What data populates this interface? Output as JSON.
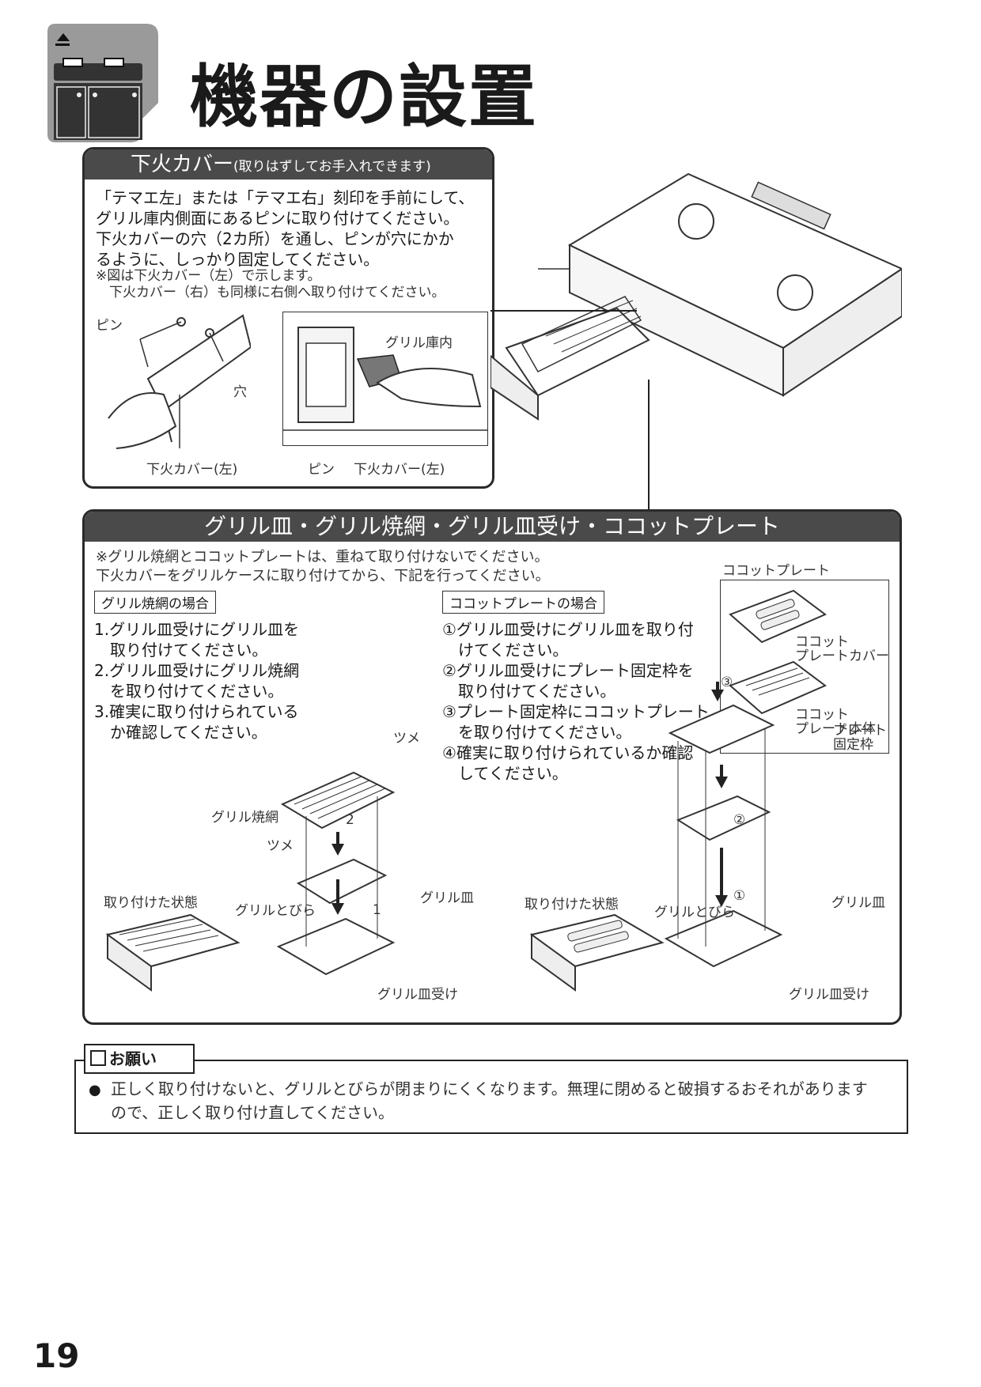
{
  "page": {
    "title": "機器の設置",
    "page_number": "19"
  },
  "cover": {
    "heading": "下火カバー",
    "heading_note": "(取りはずしてお手入れできます)",
    "instructions": "「テマエ左」または「テマエ右」刻印を手前にして、\nグリル庫内側面にあるピンに取り付けてください。\n下火カバーの穴（2カ所）を通し、ピンが穴にかか\nるように、しっかり固定してください。",
    "note": "※図は下火カバー（左）で示します。\n　下火カバー（右）も同様に右側へ取り付けてください。",
    "labels": {
      "pin1": "ピン",
      "hole": "穴",
      "cover_left1": "下火カバー(左)",
      "grill_inside": "グリル庫内",
      "pin2": "ピン",
      "cover_left2": "下火カバー(左)"
    }
  },
  "grill": {
    "heading": "グリル皿・グリル焼網・グリル皿受け・ココットプレート",
    "notes": "※グリル焼網とココットプレートは、重ねて取り付けないでください。\n下火カバーをグリルケースに取り付けてから、下記を行ってください。",
    "case_net": {
      "tag": "グリル焼網の場合",
      "steps": [
        "1.グリル皿受けにグリル皿を\n　取り付けてください。",
        "2.グリル皿受けにグリル焼網\n　を取り付けてください。",
        "3.確実に取り付けられている\n　か確認してください。"
      ]
    },
    "case_plate": {
      "tag": "ココットプレートの場合",
      "steps": [
        "①グリル皿受けにグリル皿を取り付\n　けてください。",
        "②グリル皿受けにプレート固定枠を\n　取り付けてください。",
        "③プレート固定枠にココットプレート\n　を取り付けてください。",
        "④確実に取り付けられているか確認\n　してください。"
      ]
    },
    "labels": {
      "cocotte_plate": "ココットプレート",
      "cocotte_cover": "ココット\nプレートカバー",
      "cocotte_body": "ココット\nプレート本体",
      "tsume1": "ツメ",
      "tsume2": "ツメ",
      "grill_net": "グリル焼網",
      "grill_dish1": "グリル皿",
      "grill_dish2": "グリル皿",
      "attached1": "取り付けた状態",
      "attached2": "取り付けた状態",
      "grill_door1": "グリルとびら",
      "grill_door2": "グリルとびら",
      "dish_holder1": "グリル皿受け",
      "dish_holder2": "グリル皿受け",
      "plate_frame": "プレート\n固定枠",
      "n1": "1",
      "n2": "2",
      "c1": "①",
      "c2": "②",
      "c3": "③"
    }
  },
  "request": {
    "heading": "お願い",
    "text": "正しく取り付けないと、グリルとびらが閉まりにくくなります。無理に閉めると破損するおそれがあります\nので、正しく取り付け直してください。"
  },
  "colors": {
    "header_bg": "#4a4a4a",
    "chip_bg": "#9a9a9a"
  }
}
